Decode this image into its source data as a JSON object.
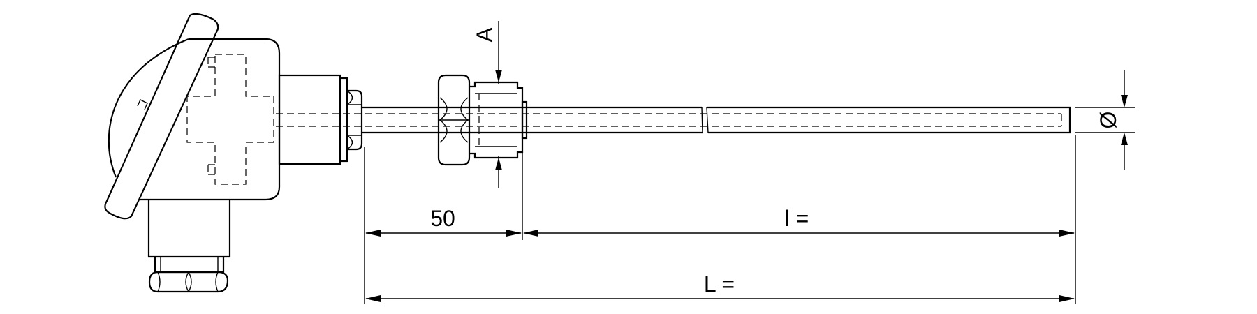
{
  "diagram": {
    "dimensions": {
      "fitting_length_label": "50",
      "insertion_length_label": "l =",
      "total_length_label": "L =",
      "thread_label": "A",
      "diameter_label": "Ø"
    }
  }
}
